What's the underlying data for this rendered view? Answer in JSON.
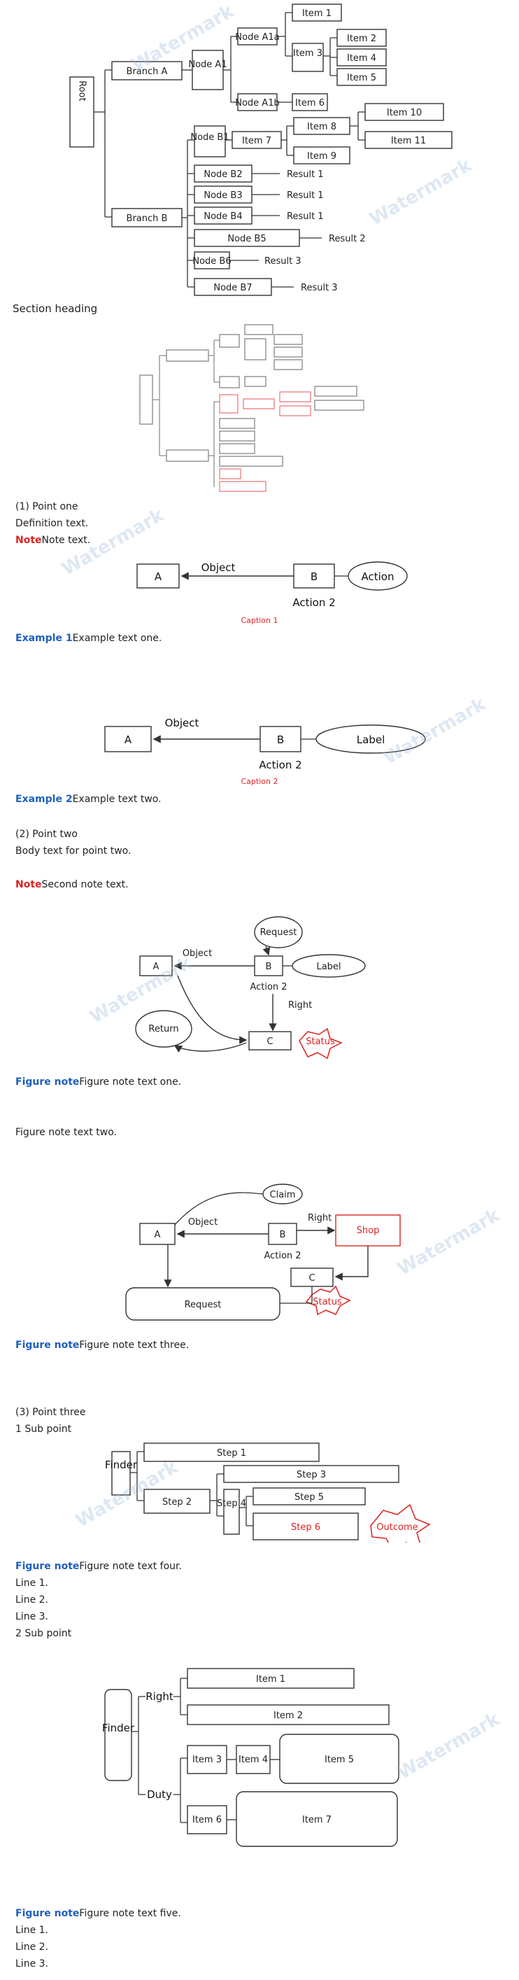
{
  "diagram1": {
    "root": "Root",
    "legal": "Branch A",
    "nonlegal": "Branch B",
    "youquan": "Node A1",
    "dongchan": "Node A1a",
    "budongchan": "Node A1b",
    "xianshi": "Item 1",
    "jianyi": "Item 2",
    "guannian": "Item 3",
    "zhishi": "Item 4",
    "zhanyou": "Item 5",
    "dengji": "Item 6",
    "wuquan": "Node B1",
    "shanyi": "Item 7",
    "zhanyou_tuo": "Item 8",
    "zhanyou_yi": "Item 9",
    "dc_shanyi": "Item 10",
    "bdc_shanyi": "Item 11",
    "wenshu": "Node B2",
    "zhengshou": "Node B3",
    "jicheng": "Node B4",
    "weijian": "Node B5",
    "fuzhi": "Node B6",
    "xianzhan": "Node B7",
    "han_all": "Result 1",
    "jin_bdc": "Result 2",
    "jin_dc": "Result 3"
  },
  "section_title": "Section heading",
  "point1": "(1) Point one",
  "point1_def": "Definition text.",
  "tip1_label": "Note",
  "tip1_text": "Note text.",
  "d2": {
    "tongxue": "A",
    "jiu": "Object",
    "wen": "B",
    "xianzhan": "Action",
    "jian": "Action 2"
  },
  "caption1": "Caption 1",
  "ex1_label": "Example 1",
  "ex1_text": "Example text one.",
  "d3": {
    "tongxue": "A",
    "jiu": "Object",
    "wen": "B",
    "jian": "Action 2",
    "ellipse": "Label"
  },
  "caption2": "Caption 2",
  "ex2_label": "Example 2",
  "ex2_text": "Example text two.",
  "point2": "(2) Point two",
  "point2_text": "Body text for point two.",
  "tip2_label": "Note",
  "tip2_text": "Second note text.",
  "d4": {
    "tongxue": "A",
    "jiu": "Object",
    "wen": "B",
    "jian": "Action 2",
    "ellipse": "Label",
    "qingqiu": "Request",
    "wuquan": "Right",
    "teacher": "C",
    "shanyi": "Status",
    "fanhuan": "Return"
  },
  "sm1_label": "Figure note",
  "sm1_text": "Figure note text one.",
  "sm1_text2": "Figure note text two.",
  "d5": {
    "tongxue": "A",
    "jiu": "Object",
    "wen": "B",
    "jian": "Action 2",
    "zhuichang": "Claim",
    "wuquan": "Right",
    "shop": "Shop",
    "teacher": "C",
    "shanyi": "Status",
    "qingqiu": "Request"
  },
  "sm2_label": "Figure note",
  "sm2_text": "Figure note text three.",
  "point3": "(3) Point three",
  "point3_sub": "1 Sub point",
  "d6": {
    "finder": "Finder",
    "zhidao": "Step 1",
    "songjiao": "Step 2",
    "zhidao2": "Step 3",
    "bu_zhidao": "Step 4",
    "jishi": "Step 5",
    "gonggao": "Step 6",
    "yuanshi": "Outcome"
  },
  "sm3_label": "Figure note",
  "sm3_text": "Figure note text four.",
  "sm3_lines": [
    "Line 1.",
    "Line 2.",
    "Line 3."
  ],
  "point3_sub2": "2 Sub point",
  "d7": {
    "finder": "Finder",
    "quanli": "Right",
    "yiwu": "Duty",
    "bichao": "Item 1",
    "xuanshang": "Item 2",
    "fanhuan": "Item 3",
    "jujue": "Item 4",
    "qinquan": "Item 5",
    "baoguan": "Item 6",
    "guyi": "Item 7"
  },
  "sm4_label": "Figure note",
  "sm4_text": "Figure note text five.",
  "sm4_lines": [
    "Line 1.",
    "Line 2.",
    "Line 3."
  ],
  "watermark": "Watermark"
}
